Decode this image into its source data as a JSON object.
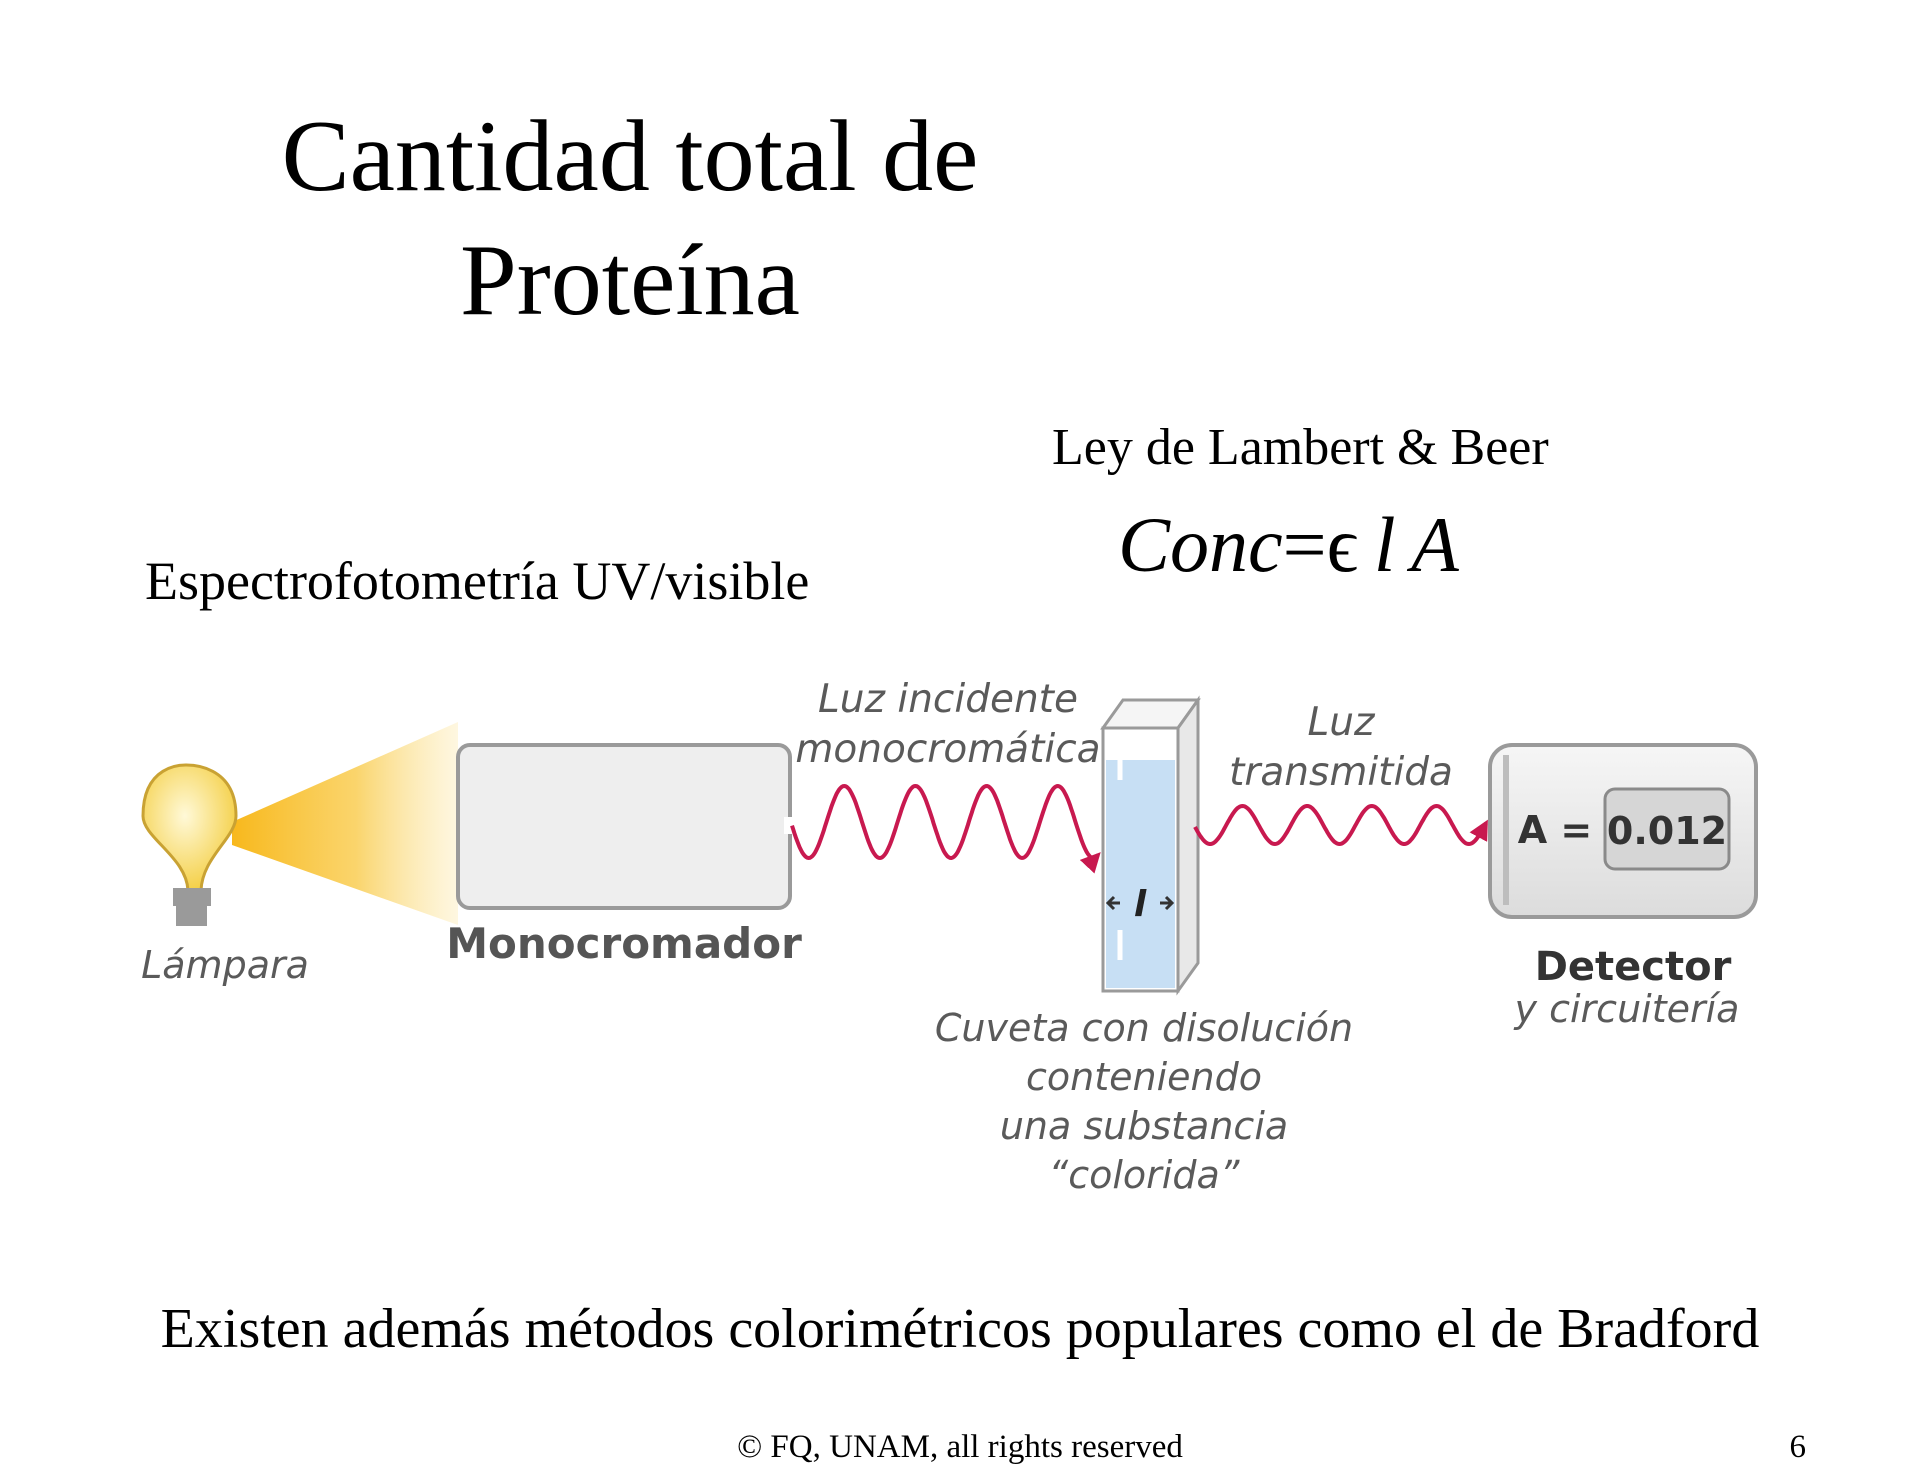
{
  "slide": {
    "title_line1": "Cantidad total de",
    "title_line2": "Proteína",
    "law_title": "Ley de Lambert & Beer",
    "formula": {
      "lhs": "Conc",
      "eq": "=",
      "epsilon": "ϵ",
      "l": "l",
      "a": "A"
    },
    "technique": "Espectrofotometría UV/visible",
    "note": "Existen además métodos colorimétricos populares como el de Bradford",
    "footer": "© FQ, UNAM, all rights reserved",
    "page_number": "6"
  },
  "diagram": {
    "lamp_label": "Lámpara",
    "monochromator_label": "Monocromador",
    "incident_light_line1": "Luz incidente",
    "incident_light_line2": "monocromática",
    "transmitted_light_line1": "Luz",
    "transmitted_light_line2": "transmitida",
    "path_length_label": "l",
    "cuvette_label_line1": "Cuveta con disolución",
    "cuvette_label_line2": "conteniendo",
    "cuvette_label_line3": "una substancia",
    "cuvette_label_line4": "“colorida”",
    "detector_label": "Detector",
    "detector_sublabel": "y circuitería",
    "readout_prefix": "A =",
    "readout_value": "0.012",
    "colors": {
      "wave": "#c8194f",
      "beam": "#f8c12f",
      "bulb": "#f7d75e",
      "box": "#eeeeee",
      "box_stroke": "#9a9a9a",
      "liquid": "#c7dff4",
      "label_gray": "#5a5a5a"
    }
  }
}
